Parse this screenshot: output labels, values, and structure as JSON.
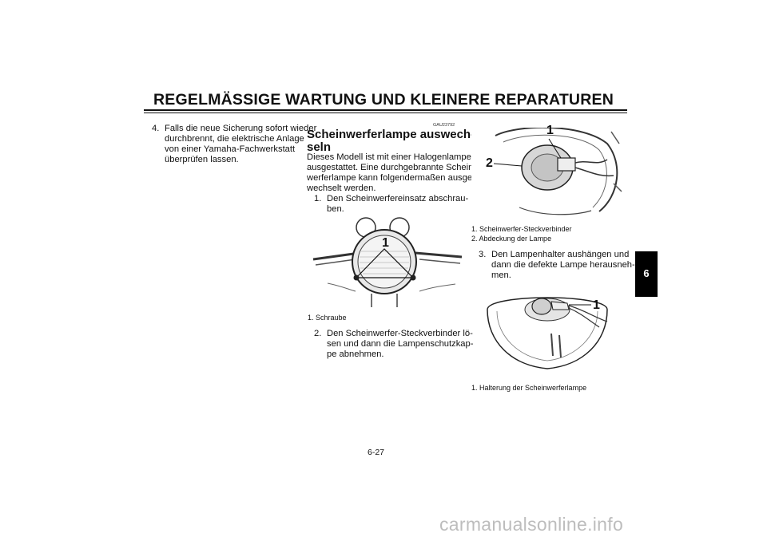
{
  "header": {
    "title": "REGELMÄSSIGE WARTUNG UND KLEINERE REPARATUREN"
  },
  "left_column": {
    "item4": {
      "number": "4.",
      "lines": [
        "Falls die neue Sicherung sofort wieder",
        "durchbrennt, die elektrische Anlage",
        "von einer Yamaha-Fachwerkstatt",
        "überprüfen lassen."
      ]
    }
  },
  "middle_column": {
    "code": "GAU23792",
    "title_lines": [
      "Scheinwerferlampe auswech-",
      "seln"
    ],
    "intro_lines": [
      "Dieses Modell ist mit einer Halogenlampe",
      "ausgestattet. Eine durchgebrannte Schein-",
      "werferlampe kann folgendermaßen ausge-",
      "wechselt werden."
    ],
    "step1": {
      "number": "1.",
      "lines": [
        "Den Scheinwerfereinsatz abschrau-",
        "ben."
      ]
    },
    "figure1": {
      "callout": "1",
      "caption": "1.  Schraube"
    },
    "step2": {
      "number": "2.",
      "lines": [
        "Den Scheinwerfer-Steckverbinder lö-",
        "sen und dann die Lampenschutzkap-",
        "pe abnehmen."
      ]
    }
  },
  "right_column": {
    "figure2": {
      "callouts": [
        "1",
        "2"
      ],
      "captions": [
        "1.  Scheinwerfer-Steckverbinder",
        "2.  Abdeckung der Lampe"
      ]
    },
    "step3": {
      "number": "3.",
      "lines": [
        "Den Lampenhalter aushängen und",
        "dann die defekte Lampe herausneh-",
        "men."
      ]
    },
    "figure3": {
      "callout": "1",
      "caption": "1.  Halterung der Scheinwerferlampe"
    }
  },
  "side_tab": {
    "label": "6"
  },
  "footer": {
    "page_number": "6-27",
    "watermark": "carmanualsonline.info"
  }
}
